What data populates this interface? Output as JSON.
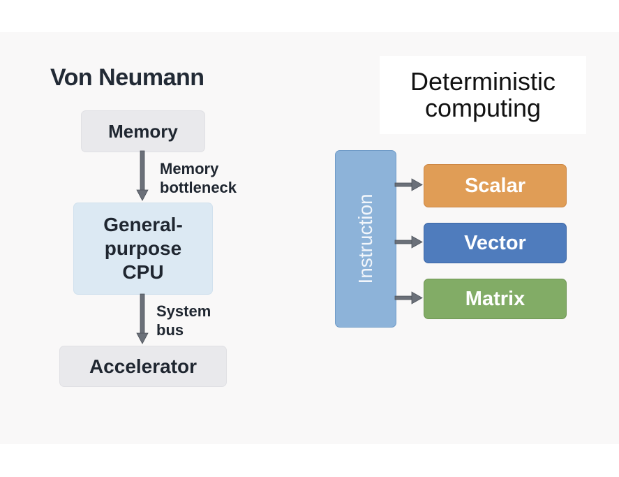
{
  "left_panel": {
    "title": "Von Neumann",
    "nodes": {
      "memory": "Memory",
      "cpu_line1": "General-",
      "cpu_line2": "purpose",
      "cpu_line3": "CPU",
      "accelerator": "Accelerator"
    },
    "edges": {
      "memory_to_cpu_line1": "Memory",
      "memory_to_cpu_line2": "bottleneck",
      "cpu_to_accel_line1": "System",
      "cpu_to_accel_line2": "bus"
    }
  },
  "right_panel": {
    "title_line1": "Deterministic",
    "title_line2": "computing",
    "source": "Instruction",
    "targets": [
      "Scalar",
      "Vector",
      "Matrix"
    ]
  },
  "colors": {
    "scalar": "#e09d56",
    "vector": "#4f7cbd",
    "matrix": "#82ac66",
    "instruction": "#8db3d9",
    "cpu": "#dce9f3",
    "neutral_box": "#e9e9ec",
    "arrow": "#6b7079"
  }
}
